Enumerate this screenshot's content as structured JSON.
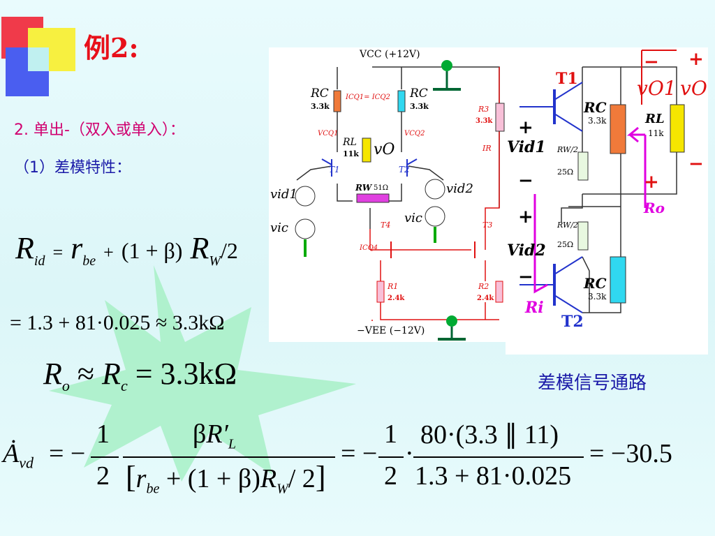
{
  "slide": {
    "title": "例2:",
    "subtitle_1": "2. 单出-（双入或单入）：",
    "subtitle_2": "（1）差模特性：",
    "path_caption": "差模信号通路"
  },
  "colors": {
    "title_red": "#e8101a",
    "subtitle_magenta": "#d0006f",
    "text_blue": "#1a1aa8",
    "star_green": "#a7f0c6",
    "rc_orange": "#f07a3a",
    "rl_yellow": "#f5e600",
    "rc_cyan": "#30d8f0",
    "rw_magenta": "#e040e0"
  },
  "formulas": {
    "rid": {
      "lhs": "R",
      "lhs_sub": "id",
      "eq": "=",
      "rbe": "r",
      "rbe_sub": "be",
      "plus": "+",
      "beta_term": "(1 + β)",
      "rw": "R",
      "rw_sub": "W",
      "div2": "/2"
    },
    "rid_value": "= 1.3 + 81·0.025 ≈ 3.3kΩ",
    "ro": {
      "lhs": "R",
      "lhs_sub": "o",
      "approx": "≈",
      "rc": "R",
      "rc_sub": "c",
      "value": "= 3.3kΩ"
    },
    "avd": {
      "lhs": "Ȧ",
      "lhs_sub": "vd",
      "eq1": "= −",
      "f1_num": "1",
      "f1_den": "2",
      "f2_num_beta": "β",
      "f2_num_r": "R′",
      "f2_num_sub": "L",
      "f2_den_lb": "[",
      "f2_den_r": "r",
      "f2_den_sub": "be",
      "f2_den_mid": " + (1 + β)",
      "f2_den_rw": "R",
      "f2_den_rw_sub": "W",
      "f2_den_tail": "/ 2",
      "f2_den_rb": "]",
      "eq2": "= −",
      "f3_num": "1",
      "f3_den": "2",
      "dot": "·",
      "f4_num": "80·(3.3 ∥ 11)",
      "f4_den": "1.3 + 81·0.025",
      "result": "= −30.5"
    }
  },
  "circuit": {
    "vcc": "VCC (+12V)",
    "vee": "−VEE (−12V)",
    "rc1": "RC",
    "rc1_val": "3.3k",
    "rc2": "RC",
    "rc2_val": "3.3k",
    "icq": "ICQ1= ICQ2",
    "vcq1": "VCQ1",
    "vcq2": "VCQ2",
    "rl": "RL",
    "rl_val": "11k",
    "vo": "vO",
    "t1": "T1",
    "t2": "T2",
    "t3": "T3",
    "t4": "T4",
    "rw": "RW",
    "rw_val": "51Ω",
    "vid1": "vid1",
    "vid2": "vid2",
    "vic": "vic",
    "r3": "R3",
    "r3_val": "3.3k",
    "ir": "IR",
    "icq4": "ICQ4",
    "r1": "R1",
    "r1_val": "2.4k",
    "r2": "R2",
    "r2_val": "2.4k",
    "plus": "+",
    "minus": "−"
  },
  "diff_path": {
    "t1": "T1",
    "t2": "T2",
    "rc_top": "RC",
    "rc_top_val": "3.3k",
    "rc_bot": "RC",
    "rc_bot_val": "3.3k",
    "rl": "RL",
    "rl_val": "11k",
    "rw_half": "RW/2",
    "rw_half_val": "25Ω",
    "rw_half2": "RW/2",
    "rw_half2_val": "25Ω",
    "vid1": "Vid1",
    "vid2": "Vid2",
    "vo1": "vO1",
    "vo": "vO",
    "ro": "Ro",
    "ri": "Ri",
    "plus": "+",
    "minus": "−"
  }
}
